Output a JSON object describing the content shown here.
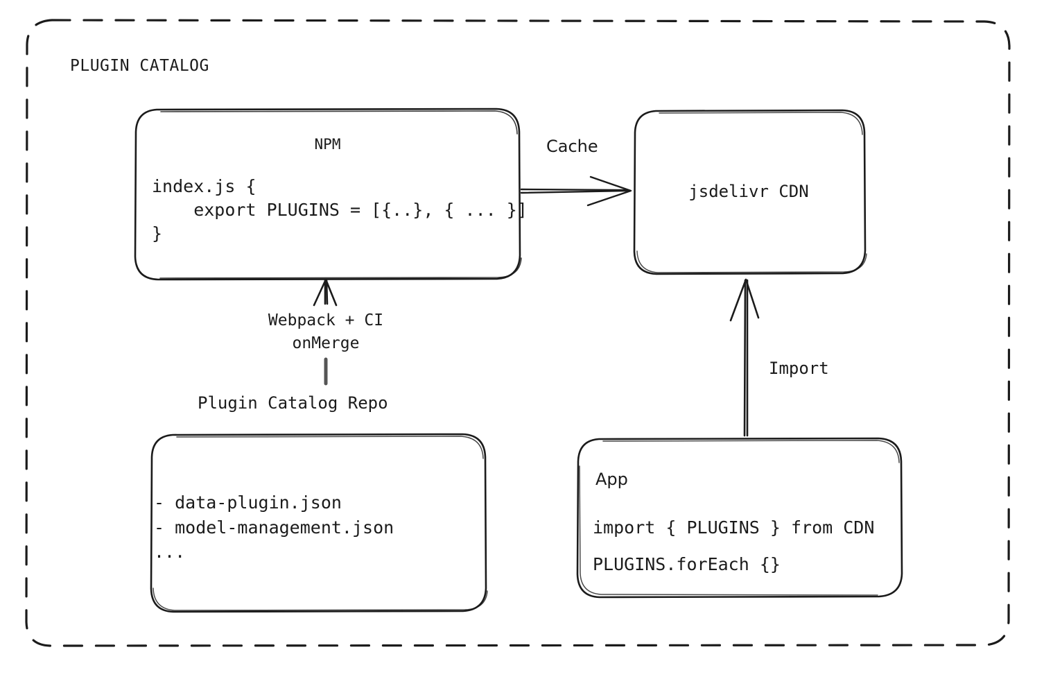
{
  "diagram": {
    "group_title": "PLUGIN CATALOG",
    "boxes": {
      "npm": {
        "title": "NPM",
        "code": "index.js {\n    export PLUGINS = [{..}, { ... }]\n}"
      },
      "cdn": {
        "title": "jsdelivr CDN"
      },
      "repo": {
        "caption": "Plugin Catalog Repo",
        "files": "- data-plugin.json\n- model-management.json\n..."
      },
      "app": {
        "title": "App",
        "line1": "import { PLUGINS } from CDN",
        "line2": "PLUGINS.forEach {}"
      }
    },
    "edges": {
      "cache": "Cache",
      "build": "Webpack + CI\nonMerge",
      "import": "Import"
    },
    "colors": {
      "stroke": "#1b1b1b",
      "grey_stub": "#555555",
      "background": "#ffffff"
    }
  }
}
